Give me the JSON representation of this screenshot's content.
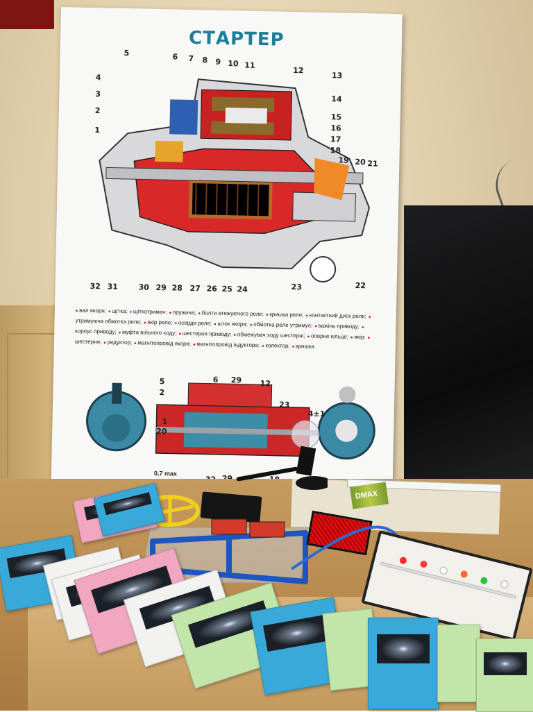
{
  "poster": {
    "title": "СТАРТЕР",
    "top_numbers": [
      "5",
      "6",
      "7",
      "8",
      "9",
      "10",
      "11",
      "12",
      "13",
      "4",
      "3",
      "2",
      "1",
      "14",
      "15",
      "16",
      "17",
      "18",
      "19",
      "20",
      "21"
    ],
    "bottom_numbers": [
      "32",
      "31",
      "30",
      "29",
      "28",
      "27",
      "26",
      "25",
      "24",
      "23",
      "22"
    ],
    "legend": [
      "вал якоря;",
      "щітка;",
      "щіткотримач;",
      "пружина;",
      "болти втяжуючого реле;",
      "кришка реле;",
      "контактний диск реле;",
      "утримуюча обмотка реле;",
      "якір реле;",
      "осердя реле;",
      "шток якоря;",
      "обмотка реле утримує;",
      "важіль приводу;",
      "корпус приводу;",
      "муфта вільного ходу;",
      "шестерня приводу;",
      "обмежувач ходу шестерні;",
      "опорне кільце;",
      "якір;",
      "шестерня;",
      "редуктор;",
      "магнітопровід якоря;",
      "магнітопровід індуктора;",
      "колектор;",
      "кришка"
    ],
    "small_labels": [
      "5",
      "2",
      "1",
      "20",
      "6",
      "29",
      "12",
      "23",
      "4±1",
      "32",
      "29",
      "18",
      "0,7 max"
    ]
  },
  "table": {
    "battery_label": "DMAX"
  },
  "colors": {
    "poster_title": "#1e7e99",
    "booklet_blue": "#39a9d9",
    "booklet_pink": "#f0a7bf",
    "booklet_green": "#c2e6a9",
    "booklet_white": "#f2f2f0"
  }
}
